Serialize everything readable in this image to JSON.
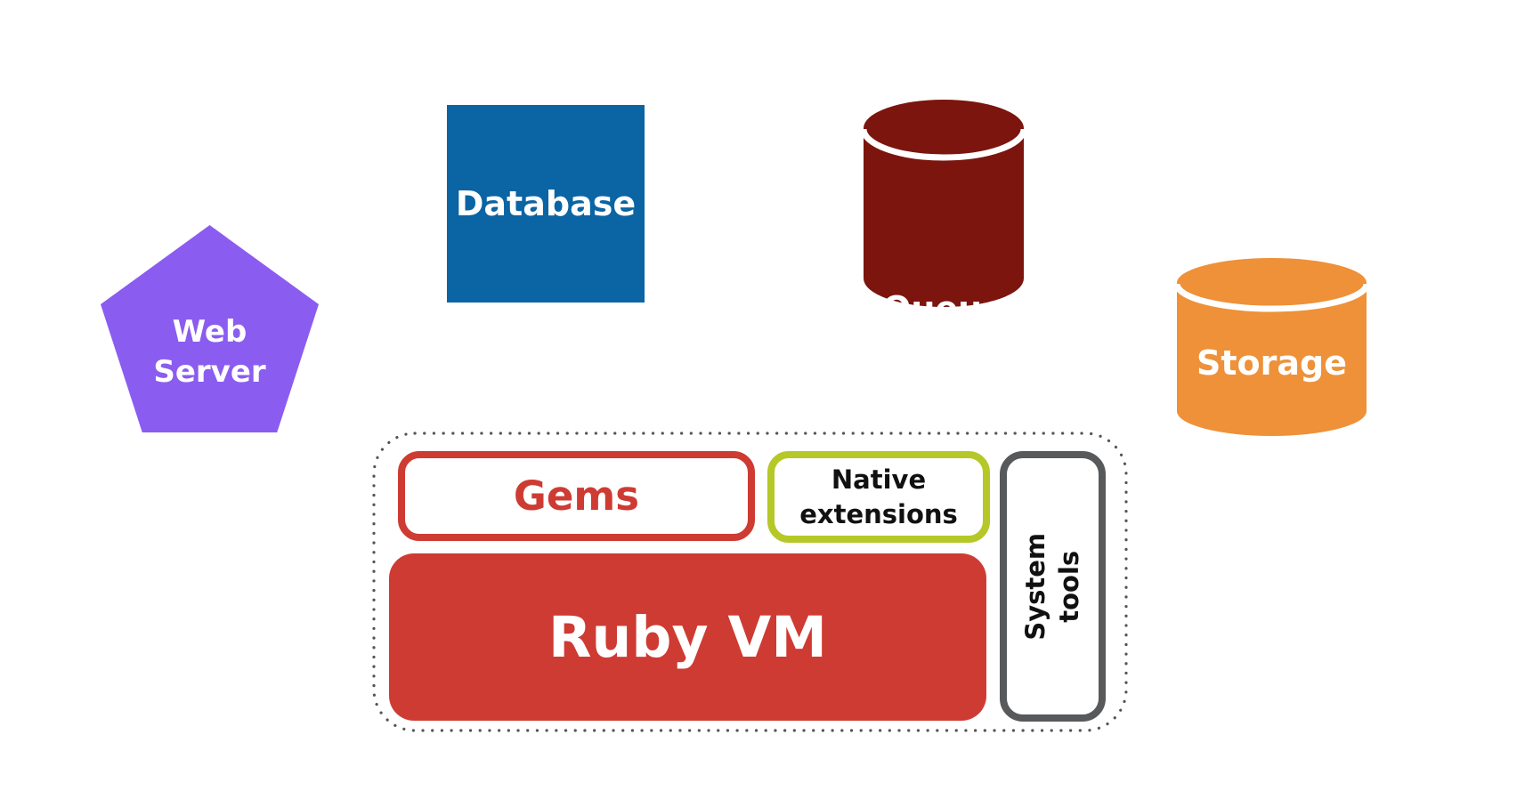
{
  "canvas": {
    "background": "#ffffff"
  },
  "nodes": {
    "web_server": {
      "label": "Web Server",
      "lines": [
        "Web",
        "Server"
      ],
      "shape": "pentagon",
      "fill": "#8B5CF0",
      "text_color": "#ffffff"
    },
    "database": {
      "label": "Database",
      "shape": "square",
      "fill": "#0B64A3",
      "text_color": "#ffffff"
    },
    "queue": {
      "label": "Queue",
      "shape": "cylinder",
      "fill": "#7B150E",
      "text_color": "#ffffff"
    },
    "storage": {
      "label": "Storage",
      "shape": "cylinder",
      "fill": "#EE9138",
      "text_color": "#ffffff"
    }
  },
  "ruby_environment_group": {
    "border_color": "#555555",
    "border_style": "dotted",
    "gems": {
      "label": "Gems",
      "accent_color": "#CE3B33",
      "text_color": "#CE3B33"
    },
    "native_extensions": {
      "label": "Native extensions",
      "lines": [
        "Native",
        "extensions"
      ],
      "accent_color": "#B5C827",
      "text_color": "#111111"
    },
    "system_tools": {
      "label": "System tools",
      "lines": [
        "System",
        "tools"
      ],
      "accent_color": "#58595B",
      "text_color": "#111111"
    },
    "ruby_vm": {
      "label": "Ruby VM",
      "fill": "#CE3B33",
      "text_color": "#ffffff"
    }
  }
}
